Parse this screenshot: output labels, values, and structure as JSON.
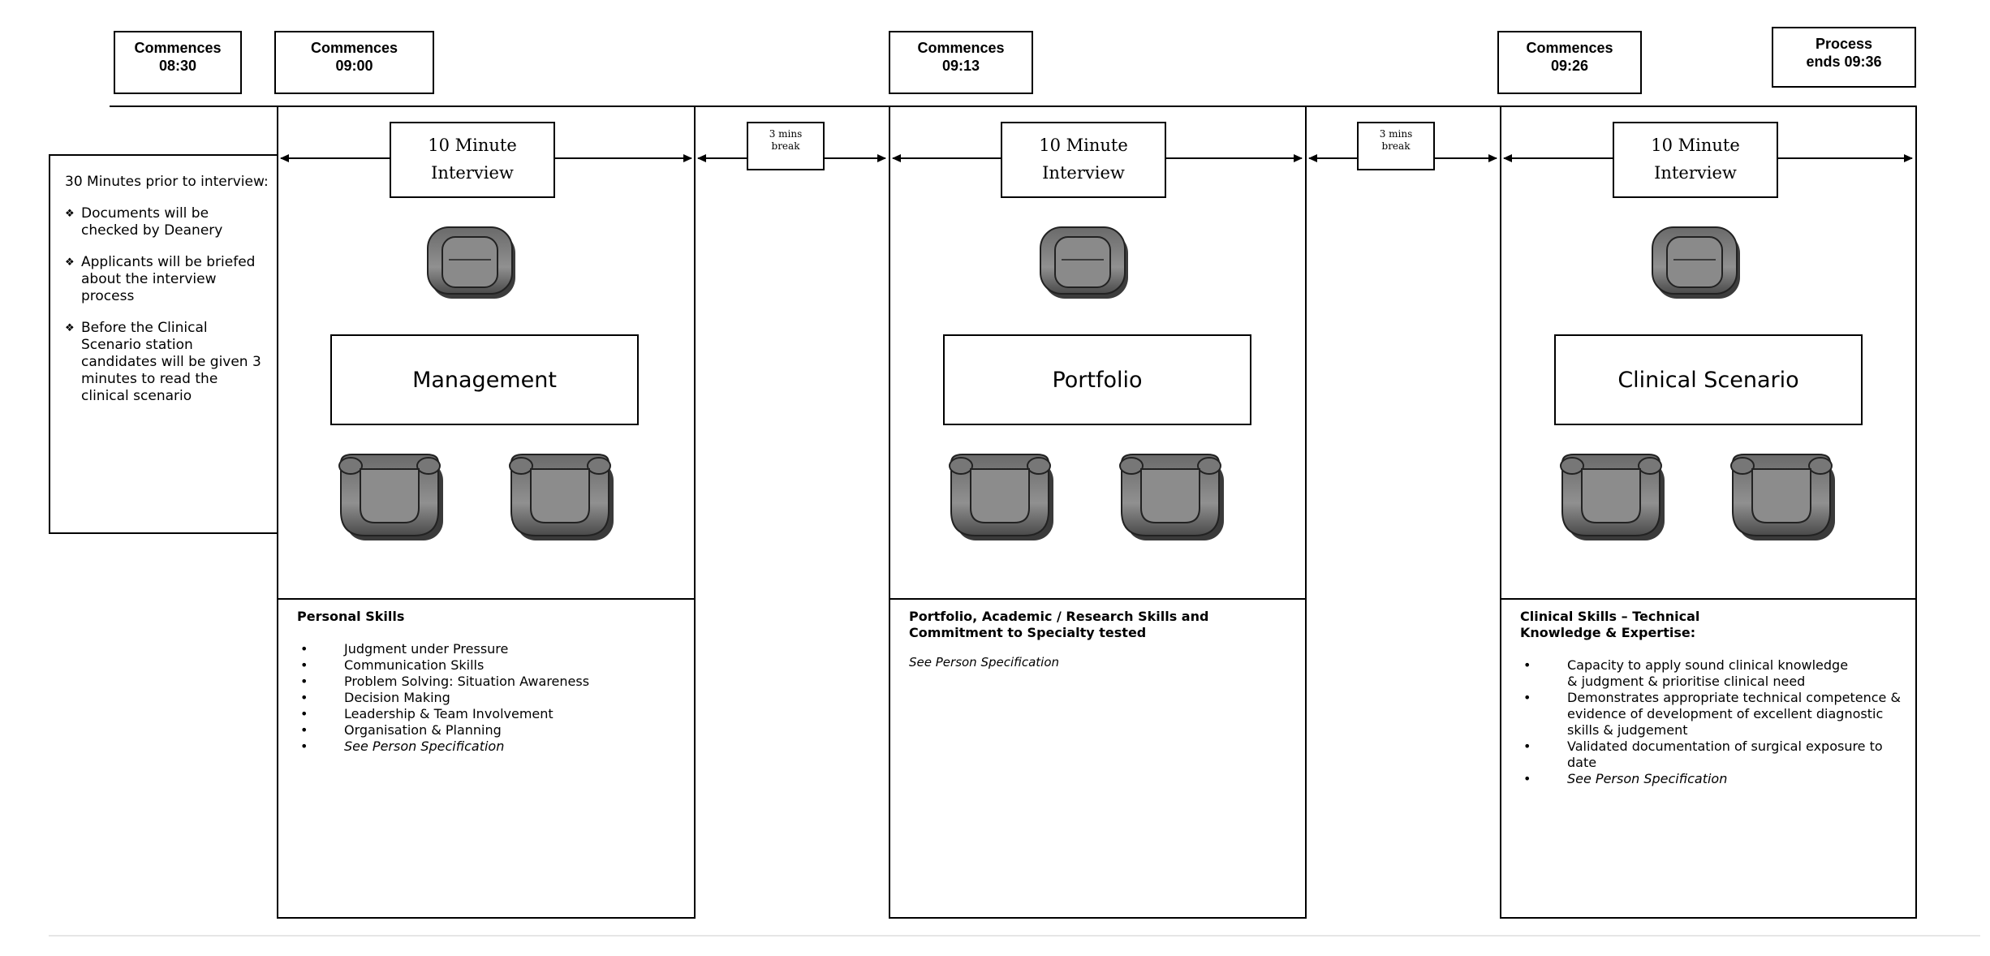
{
  "timeline": [
    {
      "text": "Commences 08:30",
      "line1": "Commences",
      "line2": "08:30"
    },
    {
      "text": "Commences 09:00",
      "line1": "Commences",
      "line2": "09:00"
    },
    {
      "text": "Commences 09:13",
      "line1": "Commences",
      "line2": "09:13"
    },
    {
      "text": "Commences 09:26",
      "line1": "Commences",
      "line2": "09:26"
    },
    {
      "text": "Process ends 09:36",
      "line1": "Process",
      "line2": "ends 09:36"
    }
  ],
  "notes": {
    "intro": "30 Minutes prior to interview:",
    "items": [
      "Documents will be checked by Deanery",
      "Applicants will be briefed about the interview process",
      "Before the Clinical Scenario station candidates will be given 3 minutes to read the clinical scenario"
    ],
    "bullet_glyph": "❖"
  },
  "interview": {
    "line1": "10 Minute",
    "line2": "Interview"
  },
  "break": {
    "line1": "3 mins",
    "line2": "break"
  },
  "stations": [
    {
      "name": "Management",
      "skills_heading": "Personal Skills",
      "skills": [
        {
          "text": "Judgment under Pressure",
          "italic": false
        },
        {
          "text": "Communication Skills",
          "italic": false
        },
        {
          "text": "Problem Solving: Situation Awareness",
          "italic": false
        },
        {
          "text": "Decision Making",
          "italic": false
        },
        {
          "text": "Leadership & Team Involvement",
          "italic": false
        },
        {
          "text": "Organisation & Planning",
          "italic": false
        },
        {
          "text": "See Person Specification",
          "italic": true
        }
      ]
    },
    {
      "name": "Portfolio",
      "skills_heading": "Portfolio, Academic / Research Skills and Commitment to Specialty tested",
      "skills_note": "See Person Specification",
      "skills": []
    },
    {
      "name": "Clinical Scenario",
      "skills_heading": "Clinical Skills – Technical Knowledge & Expertise:",
      "skills": [
        {
          "text": "Capacity to apply sound clinical knowledge & judgment & prioritise clinical need",
          "italic": false
        },
        {
          "text": "Demonstrates appropriate technical competence & evidence of development of excellent diagnostic skills & judgement",
          "italic": false
        },
        {
          "text": "Validated documentation of surgical exposure to date",
          "italic": false
        },
        {
          "text": "See Person Specification",
          "italic": true
        }
      ]
    }
  ],
  "icons": {
    "chair": "armchair-icon",
    "bullet": "bullet-dot"
  }
}
